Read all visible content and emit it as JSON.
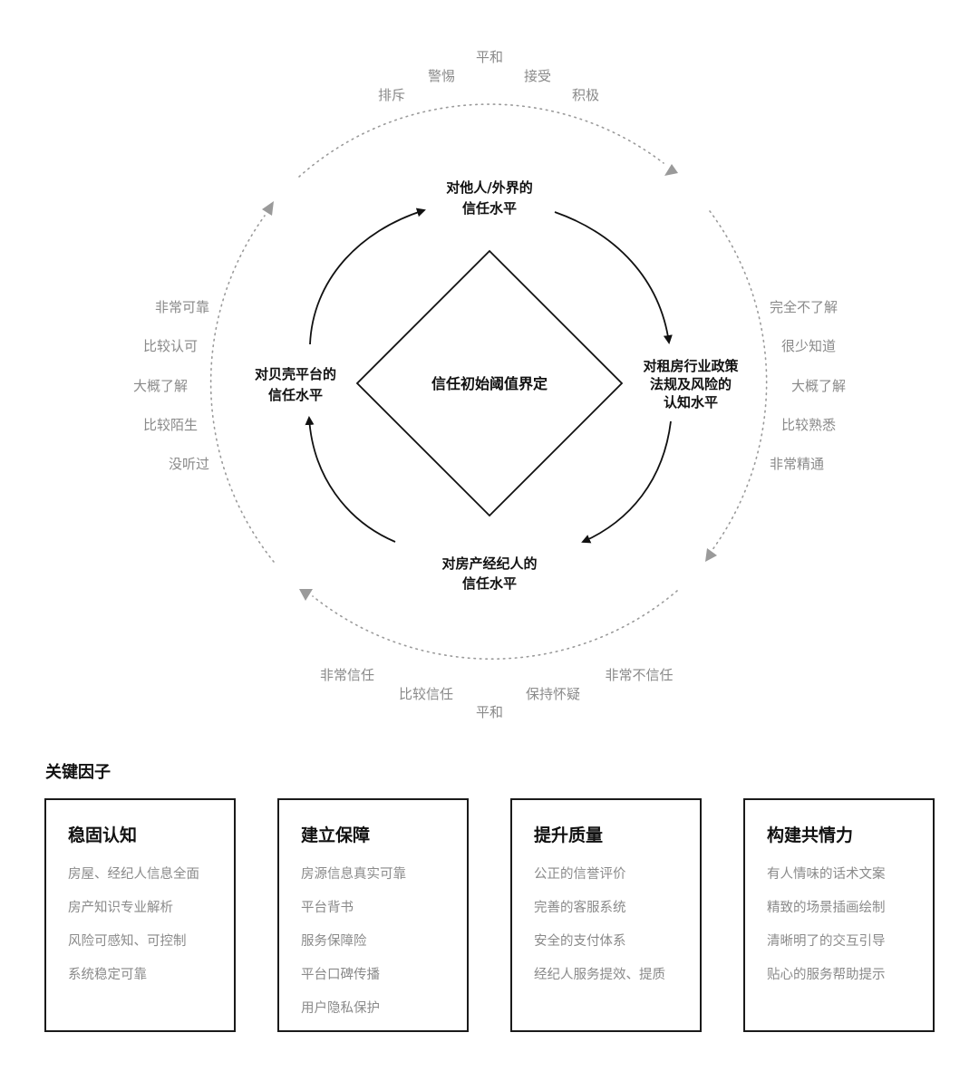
{
  "diagram": {
    "center_label": "信任初始阈值界定",
    "nodes": {
      "top": [
        "对他人/外界的",
        "信任水平"
      ],
      "right": [
        "对租房行业政策",
        "法规及风险的",
        "认知水平"
      ],
      "bottom": [
        "对房产经纪人的",
        "信任水平"
      ],
      "left": [
        "对贝壳平台的",
        "信任水平"
      ]
    },
    "scales": {
      "top": [
        "平和",
        "警惕",
        "接受",
        "排斥",
        "积极"
      ],
      "right": [
        "完全不了解",
        "很少知道",
        "大概了解",
        "比较熟悉",
        "非常精通"
      ],
      "bottom": [
        "非常信任",
        "非常不信任",
        "比较信任",
        "保持怀疑",
        "平和"
      ],
      "left": [
        "非常可靠",
        "比较认可",
        "大概了解",
        "比较陌生",
        "没听过"
      ]
    }
  },
  "factors": {
    "title": "关键因子",
    "cards": [
      {
        "title": "稳固认知",
        "items": [
          "房屋、经纪人信息全面",
          "房产知识专业解析",
          "风险可感知、可控制",
          "系统稳定可靠"
        ]
      },
      {
        "title": "建立保障",
        "items": [
          "房源信息真实可靠",
          "平台背书",
          "服务保障险",
          "平台口碑传播",
          "用户隐私保护"
        ]
      },
      {
        "title": "提升质量",
        "items": [
          "公正的信誉评价",
          "完善的客服系统",
          "安全的支付体系",
          "经纪人服务提效、提质"
        ]
      },
      {
        "title": "构建共情力",
        "items": [
          "有人情味的话术文案",
          "精致的场景插画绘制",
          "清晰明了的交互引导",
          "贴心的服务帮助提示"
        ]
      }
    ]
  }
}
